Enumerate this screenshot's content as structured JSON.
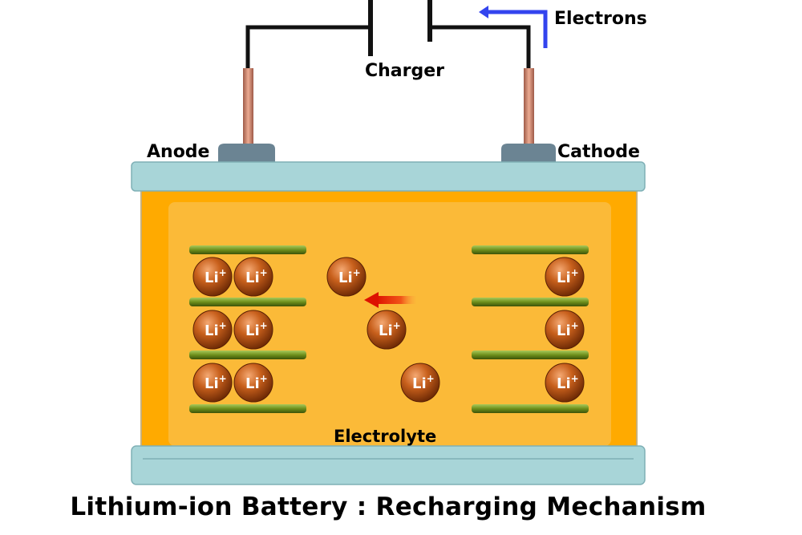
{
  "labels": {
    "charger": "Charger",
    "electrons": "Electrons",
    "anode": "Anode",
    "cathode": "Cathode",
    "electrolyte": "Electrolyte",
    "title": "Lithium-ion Battery : Recharging Mechanism"
  },
  "ion": {
    "symbol": "Li",
    "charge": "+"
  },
  "colors": {
    "casing": "#ffaa00",
    "electrolyte": "#fbba38",
    "lid": "#a8d5d8",
    "terminal": "#6b8493",
    "electrode_plate": "#6e8f1c",
    "lithium_ion": "#c25a10",
    "electron_arrow": "#3344ee",
    "ion_arrow": "#dd1100",
    "wire": "#111111",
    "rod": "#cc7f66"
  }
}
